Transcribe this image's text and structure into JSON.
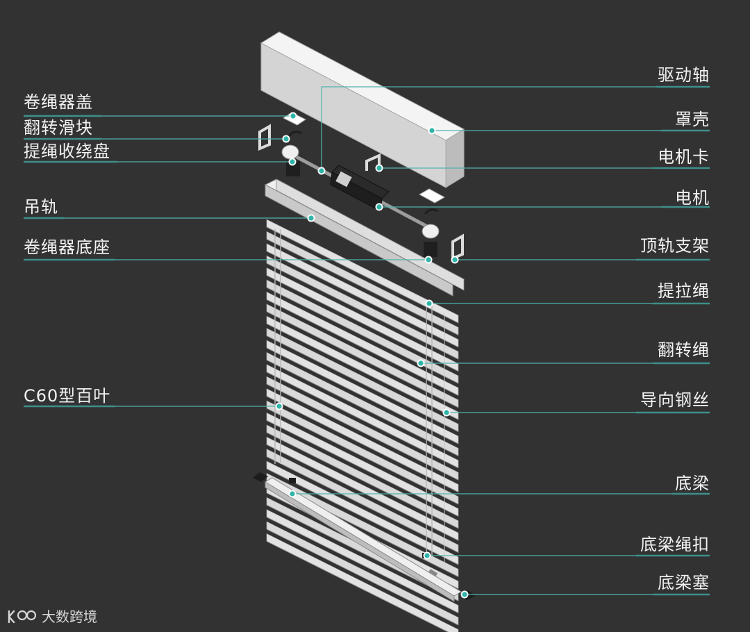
{
  "colors": {
    "background": "#323232",
    "leader_line": "#4fb3ac",
    "label_underline": "#3d8f8a",
    "dot_fill": "#2fb5a8",
    "dot_ring": "#ffffff",
    "slat": "#dcdcdc",
    "text": "#f2f2f2"
  },
  "labels": {
    "left": [
      {
        "id": "juanshengqi-gai",
        "text": "卷绳器盖"
      },
      {
        "id": "fanzhuan-huakuai",
        "text": "翻转滑块"
      },
      {
        "id": "tisheng-shouraopan",
        "text": "提绳收绕盘"
      },
      {
        "id": "diaogui",
        "text": "吊轨"
      },
      {
        "id": "juanshengqi-dizuo",
        "text": "卷绳器底座"
      },
      {
        "id": "c60-baiye",
        "text": "C60型百叶"
      }
    ],
    "right": [
      {
        "id": "qudongzhou",
        "text": "驱动轴"
      },
      {
        "id": "zhaoke",
        "text": "罩壳"
      },
      {
        "id": "dianjika",
        "text": "电机卡"
      },
      {
        "id": "dianji",
        "text": "电机"
      },
      {
        "id": "dinggui-zhijia",
        "text": "顶轨支架"
      },
      {
        "id": "tilasheng",
        "text": "提拉绳"
      },
      {
        "id": "fanzhuansheng",
        "text": "翻转绳"
      },
      {
        "id": "daoxiang-gangsi",
        "text": "导向钢丝"
      },
      {
        "id": "diliang",
        "text": "底梁"
      },
      {
        "id": "diliang-shengkou",
        "text": "底梁绳扣"
      },
      {
        "id": "diliang-sai",
        "text": "底梁塞"
      }
    ]
  },
  "watermark": {
    "text": "大数跨境"
  }
}
